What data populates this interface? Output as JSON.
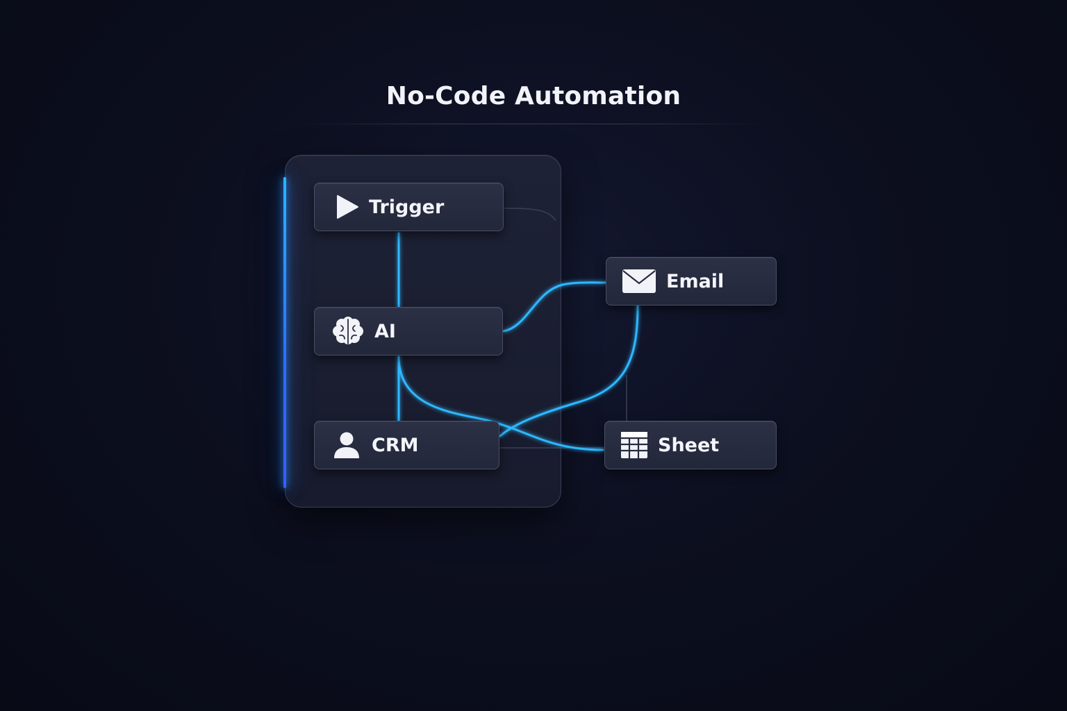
{
  "title": "No-Code Automation",
  "colors": {
    "background": "#0b0e1c",
    "panel": "#1b1f31",
    "node": "#272b3f",
    "wire": "#2fb8ff",
    "glow": "#2a7dff",
    "text": "#f4f5fa"
  },
  "nodes": {
    "trigger": {
      "label": "Trigger",
      "icon": "play-icon"
    },
    "ai": {
      "label": "AI",
      "icon": "brain-icon"
    },
    "crm": {
      "label": "CRM",
      "icon": "user-icon"
    },
    "email": {
      "label": "Email",
      "icon": "envelope-icon"
    },
    "sheet": {
      "label": "Sheet",
      "icon": "grid-table-icon"
    }
  },
  "connections": [
    {
      "from": "Trigger",
      "to": "AI"
    },
    {
      "from": "AI",
      "to": "CRM"
    },
    {
      "from": "AI",
      "to": "Email"
    },
    {
      "from": "AI",
      "to": "Sheet"
    },
    {
      "from": "Email",
      "to": "CRM"
    }
  ]
}
